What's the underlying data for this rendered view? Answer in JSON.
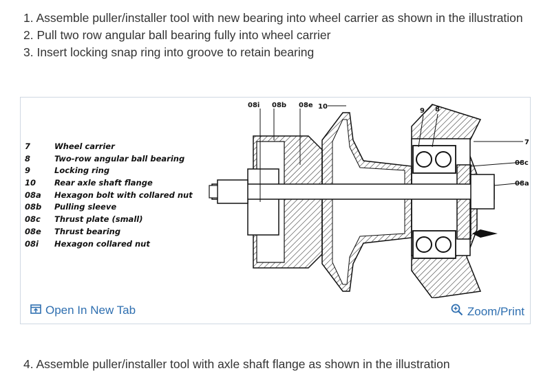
{
  "steps": [
    "1. Assemble puller/installer tool with new bearing into wheel carrier as shown in the illustration",
    "2. Pull two row angular ball bearing fully into wheel carrier",
    "3. Insert locking snap ring into groove to retain bearing"
  ],
  "legend": [
    {
      "num": "7",
      "text": "Wheel carrier"
    },
    {
      "num": "8",
      "text": "Two-row angular ball bearing"
    },
    {
      "num": "9",
      "text": "Locking ring"
    },
    {
      "num": "10",
      "text": "Rear axle shaft flange"
    },
    {
      "num": "08a",
      "text": "Hexagon bolt with collared nut"
    },
    {
      "num": "08b",
      "text": "Pulling sleeve"
    },
    {
      "num": "08c",
      "text": "Thrust plate (small)"
    },
    {
      "num": "08e",
      "text": "Thrust bearing"
    },
    {
      "num": "08i",
      "text": "Hexagon collared nut"
    }
  ],
  "callouts": {
    "c08i": "08i",
    "c08b": "08b",
    "c08e": "08e",
    "c10": "10",
    "c9": "9",
    "c8": "8",
    "c7": "7",
    "c08c": "08c",
    "c08a": "08a"
  },
  "footer": {
    "open_tab": "Open In New Tab",
    "zoom": "Zoom/Print"
  },
  "icons": {
    "open_tab": "open-in-new-tab-icon",
    "zoom": "magnifier-plus-icon"
  },
  "colors": {
    "link": "#2f6fb0",
    "text": "#333333",
    "frame": "#cfd8e2"
  },
  "step4": "4. Assemble puller/installer tool with axle shaft flange as shown in the illustration"
}
